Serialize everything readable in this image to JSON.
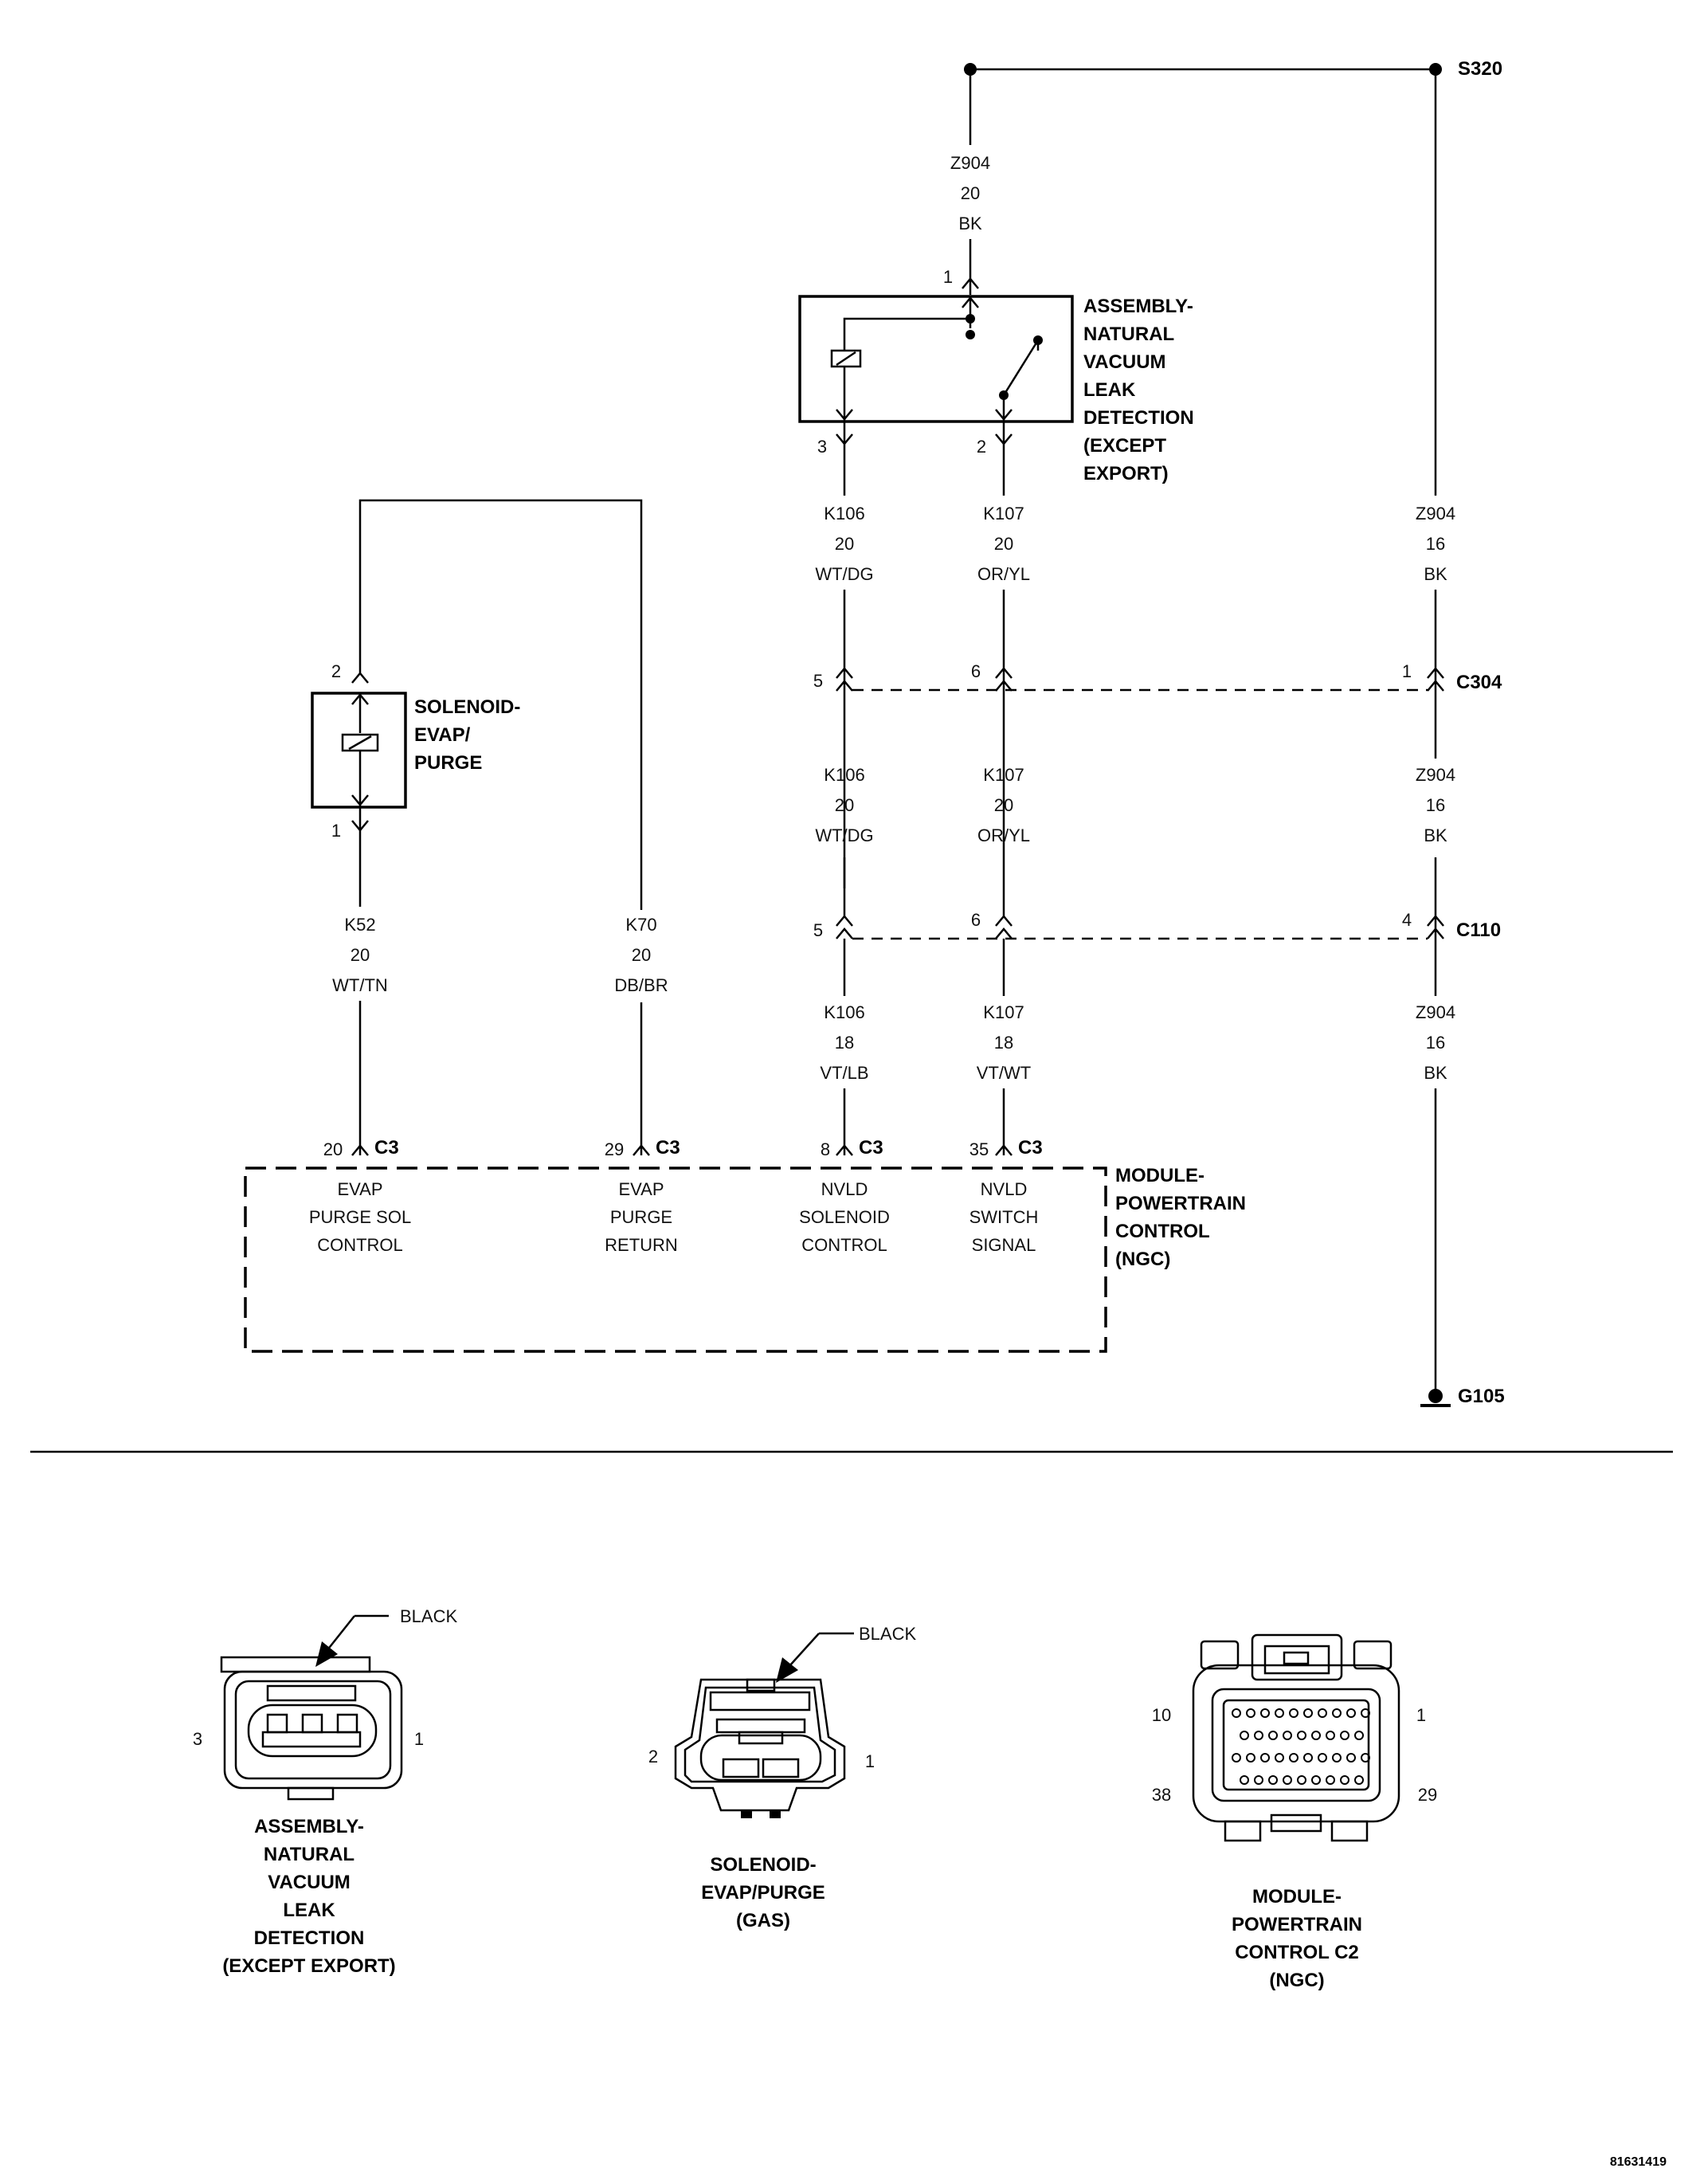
{
  "splices": {
    "s320": "S320",
    "c304": "C304",
    "c110": "C110",
    "g105": "G105"
  },
  "wires": {
    "z904_top": {
      "circuit": "Z904",
      "gauge": "20",
      "color": "BK"
    },
    "k106_a": {
      "circuit": "K106",
      "gauge": "20",
      "color": "WT/DG"
    },
    "k107_a": {
      "circuit": "K107",
      "gauge": "20",
      "color": "OR/YL"
    },
    "z904_a": {
      "circuit": "Z904",
      "gauge": "16",
      "color": "BK"
    },
    "k106_b": {
      "circuit": "K106",
      "gauge": "20",
      "color": "WT/DG"
    },
    "k107_b": {
      "circuit": "K107",
      "gauge": "20",
      "color": "OR/YL"
    },
    "z904_b": {
      "circuit": "Z904",
      "gauge": "16",
      "color": "BK"
    },
    "k106_c": {
      "circuit": "K106",
      "gauge": "18",
      "color": "VT/LB"
    },
    "k107_c": {
      "circuit": "K107",
      "gauge": "18",
      "color": "VT/WT"
    },
    "z904_c": {
      "circuit": "Z904",
      "gauge": "16",
      "color": "BK"
    },
    "k52": {
      "circuit": "K52",
      "gauge": "20",
      "color": "WT/TN"
    },
    "k70": {
      "circuit": "K70",
      "gauge": "20",
      "color": "DB/BR"
    }
  },
  "pins": {
    "nvld_1": "1",
    "nvld_3": "3",
    "nvld_2": "2",
    "c304_5": "5",
    "c304_6": "6",
    "c304_1": "1",
    "c110_5": "5",
    "c110_6": "6",
    "c110_4": "4",
    "sol_2": "2",
    "sol_1": "1",
    "pcm_20": "20",
    "pcm_29": "29",
    "pcm_8": "8",
    "pcm_35": "35"
  },
  "connector_c3": "C3",
  "components": {
    "nvld": [
      "ASSEMBLY-",
      "NATURAL",
      "VACUUM",
      "LEAK",
      "DETECTION",
      "(EXCEPT",
      "EXPORT)"
    ],
    "solenoid": [
      "SOLENOID-",
      "EVAP/",
      "PURGE"
    ],
    "pcm": [
      "MODULE-",
      "POWERTRAIN",
      "CONTROL",
      "(NGC)"
    ]
  },
  "pcm_pins": {
    "evap_sol": [
      "EVAP",
      "PURGE SOL",
      "CONTROL"
    ],
    "evap_ret": [
      "EVAP",
      "PURGE",
      "RETURN"
    ],
    "nvld_sol": [
      "NVLD",
      "SOLENOID",
      "CONTROL"
    ],
    "nvld_sw": [
      "NVLD",
      "SWITCH",
      "SIGNAL"
    ]
  },
  "connector_views": {
    "nvld": {
      "color": "BLACK",
      "pin_left": "3",
      "pin_right": "1",
      "caption": [
        "ASSEMBLY-",
        "NATURAL",
        "VACUUM",
        "LEAK",
        "DETECTION",
        "(EXCEPT EXPORT)"
      ]
    },
    "solenoid": {
      "color": "BLACK",
      "pin_left": "2",
      "pin_right": "1",
      "caption": [
        "SOLENOID-",
        "EVAP/PURGE",
        "(GAS)"
      ]
    },
    "pcm": {
      "pin_tl": "10",
      "pin_tr": "1",
      "pin_bl": "38",
      "pin_br": "29",
      "caption": [
        "MODULE-",
        "POWERTRAIN",
        "CONTROL C2",
        "(NGC)"
      ]
    }
  },
  "figure_id": "81631419"
}
